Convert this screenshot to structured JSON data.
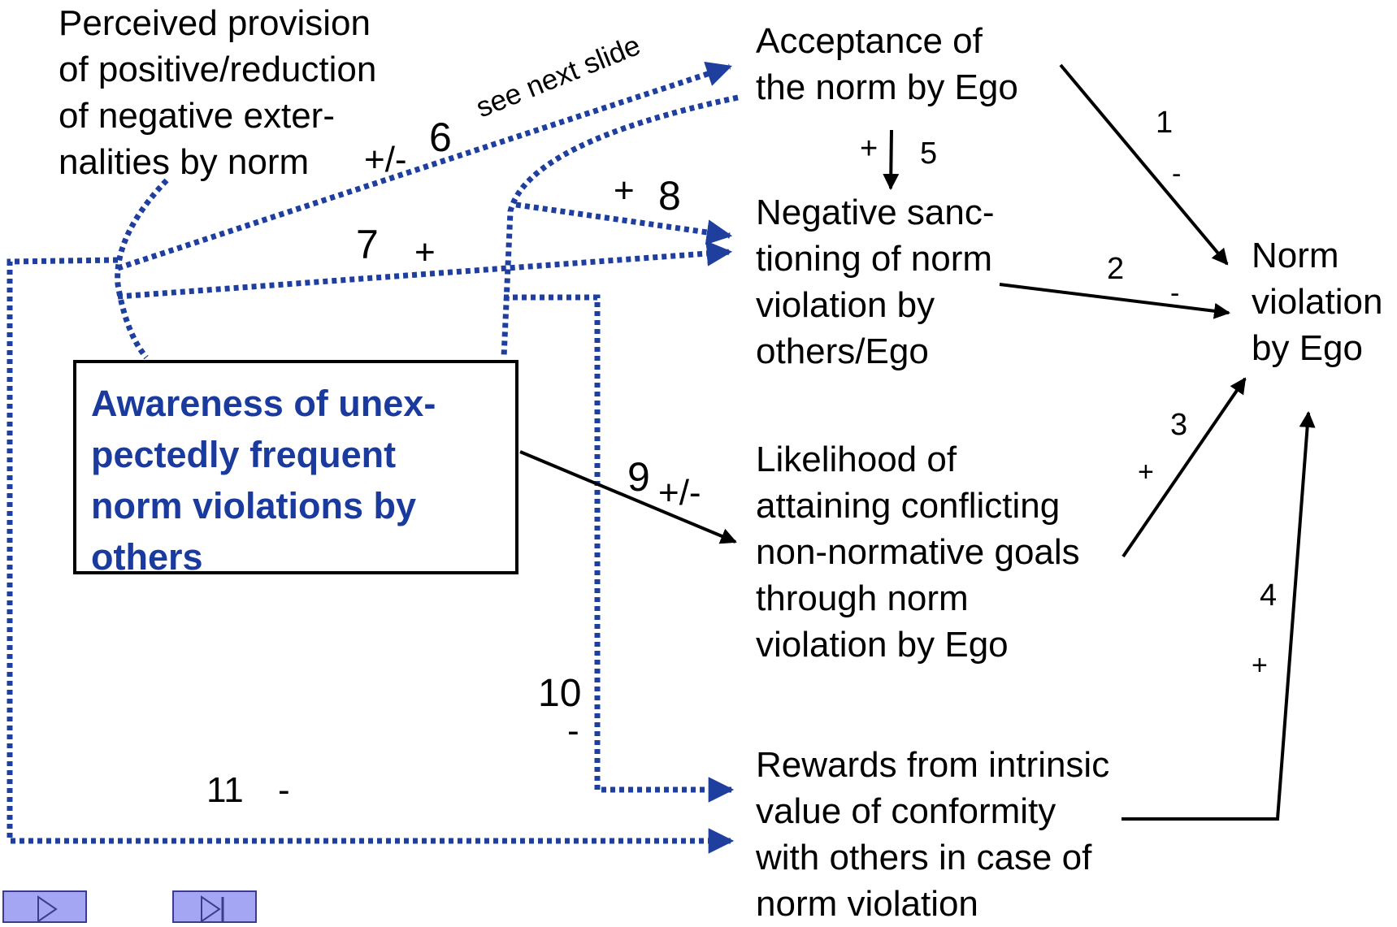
{
  "nodes": {
    "perceived": "Perceived provision\nof positive/reduction\nof negative exter-\nnalities by norm",
    "acceptance": "Acceptance of\nthe norm by Ego",
    "negative": "Negative sanc-\ntioning of norm\nviolation by\nothers/Ego",
    "likelihood": "Likelihood of\nattaining conflicting\nnon-normative goals\nthrough norm\nviolation by Ego",
    "rewards": "Rewards from intrinsic\nvalue of conformity\nwith others in case of\nnorm violation",
    "norm_violation": "Norm\nviolation\nby Ego",
    "awareness": "Awareness of unex-\npectedly frequent\nnorm violations by\nothers"
  },
  "edge_labels": {
    "e1_num": "1",
    "e1_sign": "-",
    "e2_num": "2",
    "e2_sign": "-",
    "e3_num": "3",
    "e3_sign": "+",
    "e4_num": "4",
    "e4_sign": "+",
    "e5_num": "5",
    "e5_sign": "+",
    "e6_num": "6",
    "e6_sign": "+/-",
    "e7_num": "7",
    "e7_sign": "+",
    "e8_num": "8",
    "e8_sign": "+",
    "e9_num": "9",
    "e9_sign": "+/-",
    "e10_num": "10",
    "e10_sign": "-",
    "e11_num": "11",
    "e11_sign": "-"
  },
  "annotation": "see next slide",
  "colors": {
    "dotted_link": "#1f3f9f",
    "solid_link": "#000000",
    "awareness_text": "#1a3a9e",
    "nav_button": "#a4a6f3"
  },
  "nav": {
    "next_icon": "play-icon",
    "last_icon": "skip-to-end-icon"
  }
}
